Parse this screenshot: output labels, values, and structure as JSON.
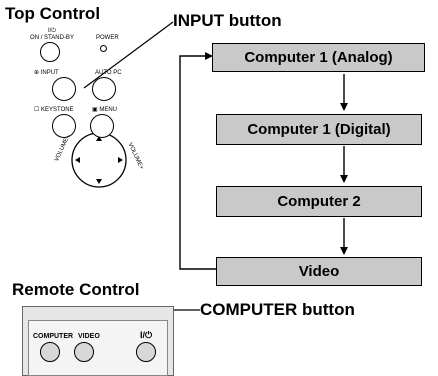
{
  "top_control": {
    "heading": "Top Control",
    "labels": {
      "on_standby": "I/⏻\nON / STAND-BY",
      "power": "POWER",
      "input": "⊕ INPUT",
      "auto_pc": "AUTO PC",
      "keystone": "☐ KEYSTONE",
      "menu": "▣ MENU",
      "volume_minus": "VOLUME–",
      "volume_plus": "VOLUME+"
    }
  },
  "input_button_callout": "INPUT button",
  "flow": {
    "steps": [
      "Computer 1 (Analog)",
      "Computer 1 (Digital)",
      "Computer 2",
      "Video"
    ]
  },
  "remote_control": {
    "heading": "Remote Control",
    "labels": {
      "computer": "COMPUTER",
      "video": "VIDEO",
      "power": "I/⏻"
    }
  },
  "computer_button_callout": "COMPUTER button"
}
